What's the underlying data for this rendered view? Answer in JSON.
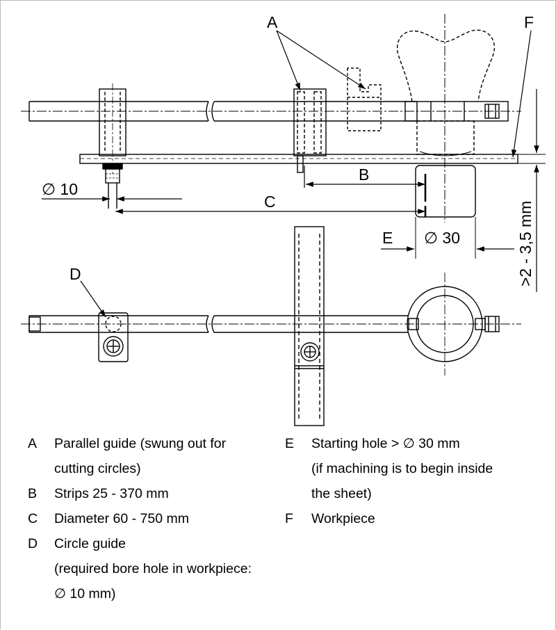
{
  "figure": {
    "callouts": {
      "a": "A",
      "b": "B",
      "c": "C",
      "d": "D",
      "e": "E",
      "f": "F"
    },
    "dimensions": {
      "bore_diameter": "∅ 10",
      "roller_diameter": "∅ 30",
      "thickness_range": ">2 - 3,5 mm"
    }
  },
  "legend": {
    "left": [
      {
        "letter": "A",
        "lines": [
          "Parallel guide (swung out for",
          "cutting circles)"
        ]
      },
      {
        "letter": "B",
        "lines": [
          "Strips 25 - 370 mm"
        ]
      },
      {
        "letter": "C",
        "lines": [
          "Diameter 60 - 750 mm"
        ]
      },
      {
        "letter": "D",
        "lines": [
          "Circle guide",
          "(required bore hole in workpiece:",
          "∅ 10 mm)"
        ]
      }
    ],
    "right": [
      {
        "letter": "E",
        "lines": [
          "Starting hole > ∅ 30 mm",
          "(if machining is to begin inside",
          "the sheet)"
        ]
      },
      {
        "letter": "F",
        "lines": [
          "Workpiece"
        ]
      }
    ]
  }
}
